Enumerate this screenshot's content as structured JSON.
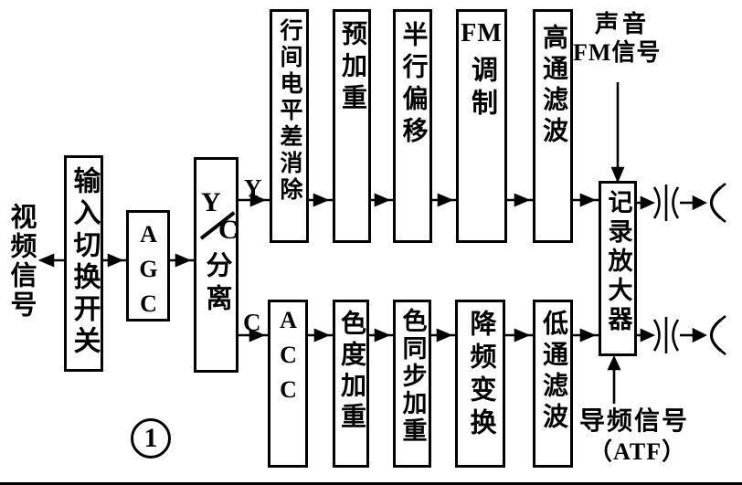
{
  "figure": {
    "badge": "1"
  },
  "colors": {
    "ink": "#000000",
    "paper": "#ffffff"
  },
  "labels": {
    "video_signal": "视频信号",
    "y_branch": "Y",
    "c_branch": "C",
    "audio_fm": {
      "line1": "声音",
      "line2": "FM信号"
    },
    "pilot": {
      "line1": "导频信号",
      "line2": "（ATF）"
    }
  },
  "blocks": {
    "input_switch": "输入切换开关",
    "agc": "AGC",
    "yc_separator": {
      "y_char": "Y",
      "slash": "/",
      "c_char": "C",
      "bottom": "分离"
    },
    "luma_chain": [
      {
        "label": "行间电平差消除"
      },
      {
        "label": "预加重"
      },
      {
        "label": "半行偏移"
      },
      {
        "label": "FM调制",
        "latin": "FM",
        "cjk": "调制"
      },
      {
        "label": "高通滤波"
      }
    ],
    "chroma_chain": [
      {
        "label": "ACC"
      },
      {
        "label": "色度加重"
      },
      {
        "label": "色同步加重"
      },
      {
        "label": "降频变换"
      },
      {
        "label": "低通滤波"
      }
    ],
    "record_amplifier": "记录放大器"
  },
  "icons": {
    "rotary_transformer": "rotary-transformer-symbol",
    "video_head": "video-head-symbol"
  }
}
